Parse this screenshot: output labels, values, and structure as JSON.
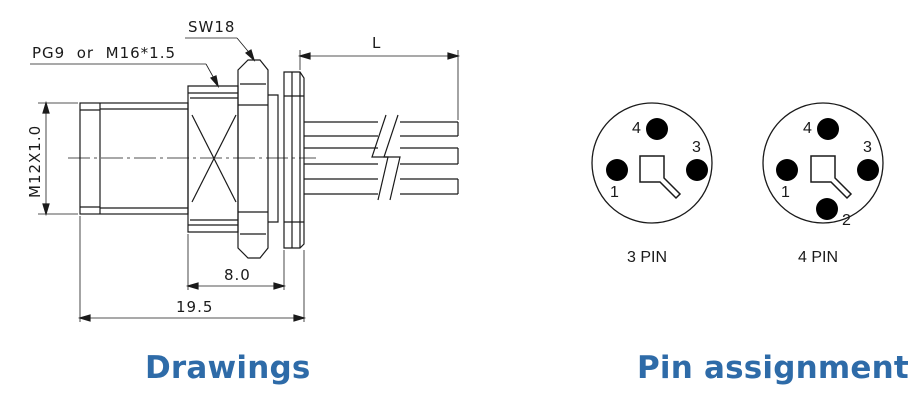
{
  "drawing": {
    "thread_label": "PG9  or  M16*1.5",
    "wrench_label": "SW18",
    "length_label": "L",
    "diameter_label": "M12X1.0",
    "dim_a_label": "8.0",
    "dim_b_label": "19.5"
  },
  "pins": {
    "pin3": {
      "caption": "3 PIN",
      "labels": [
        "4",
        "3",
        "1"
      ]
    },
    "pin4": {
      "caption": "4 PIN",
      "labels": [
        "4",
        "3",
        "1",
        "2"
      ]
    }
  },
  "captions": {
    "drawings": "Drawings",
    "pin_assignment": "Pin assignment"
  },
  "colors": {
    "caption": "#2e6ba8",
    "line": "#1a1a1a"
  }
}
